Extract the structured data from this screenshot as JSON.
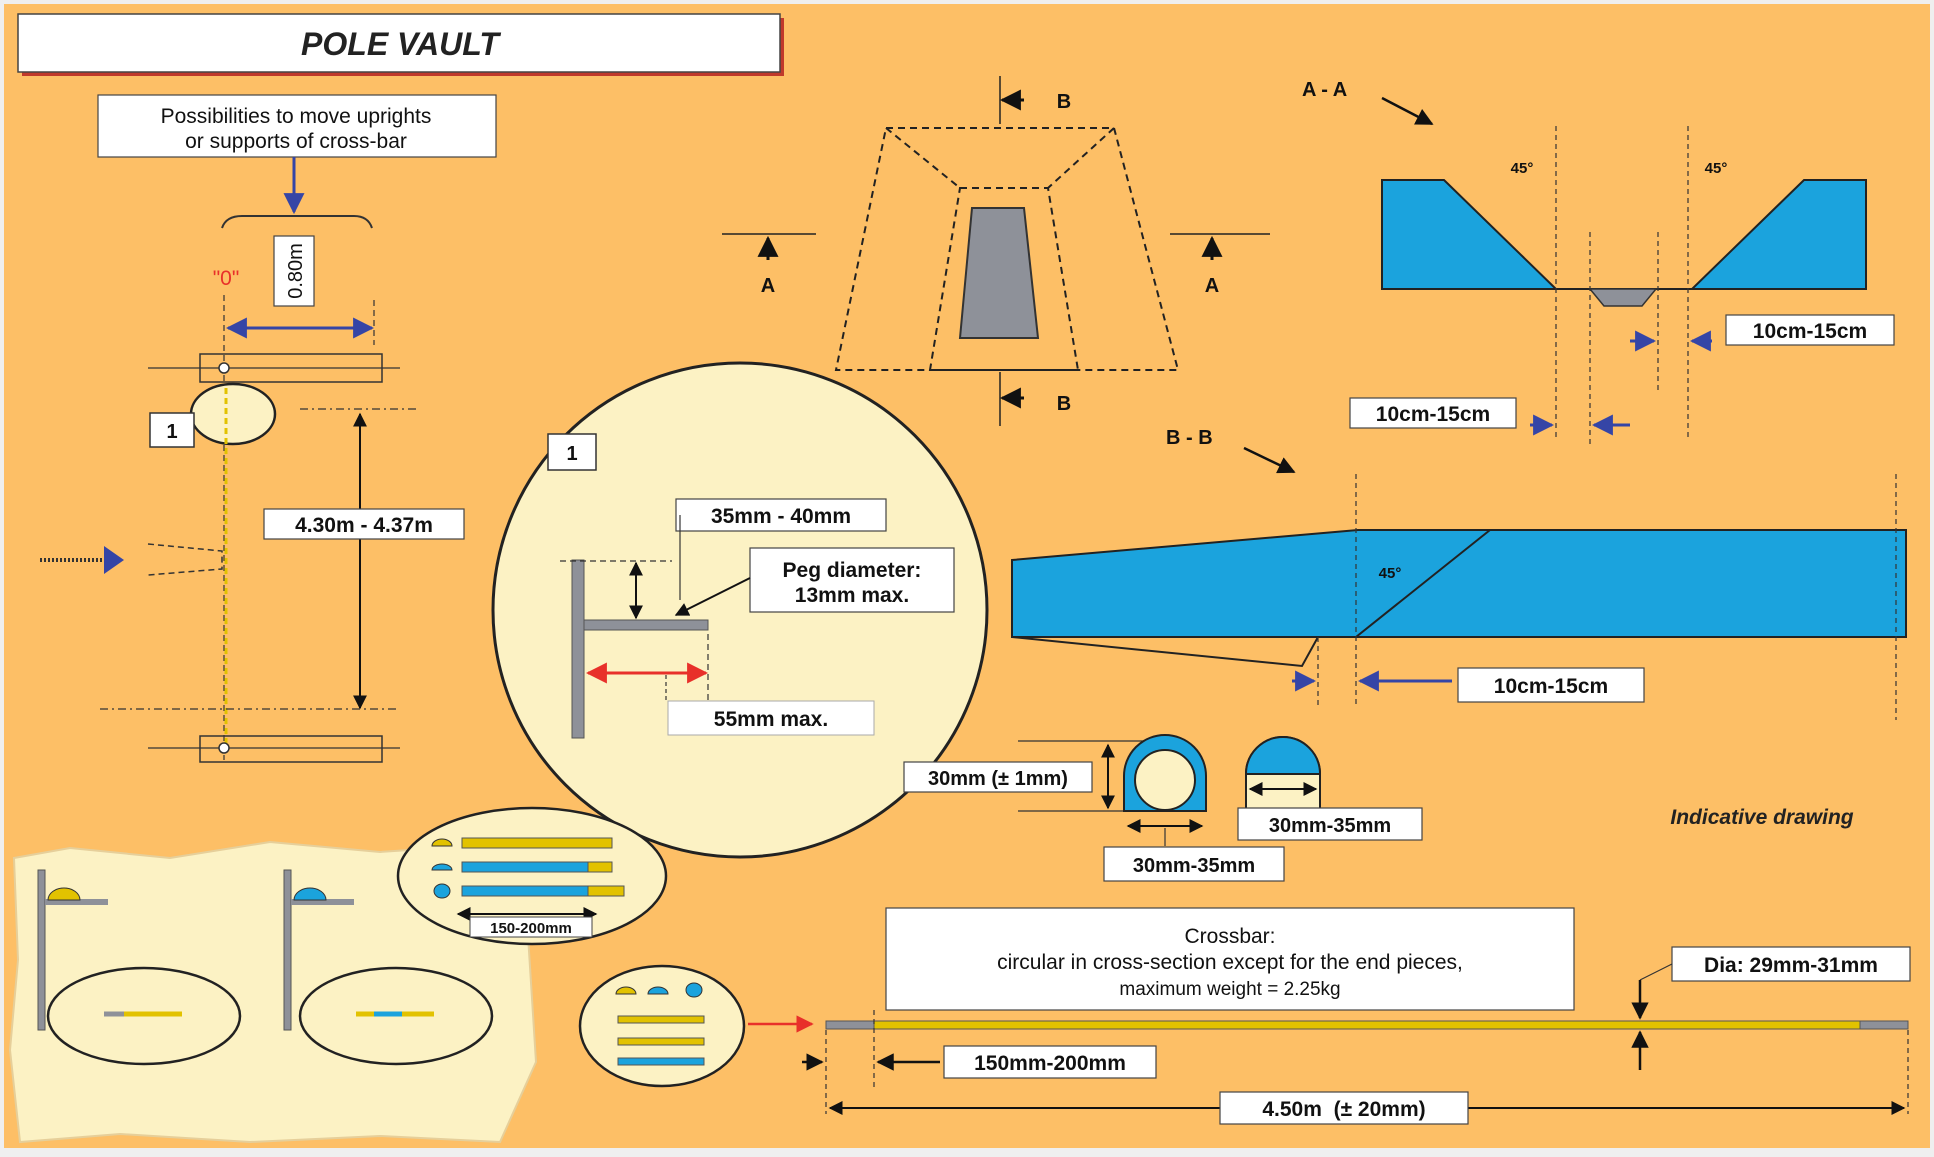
{
  "title": "POLE VAULT",
  "uprights_note": [
    "Possibilities to move uprights",
    "or supports of cross-bar"
  ],
  "zero_mark": "\"0\"",
  "dim_080": "0.80m",
  "dim_height": "4.30m - 4.37m",
  "callout_number": "1",
  "detail": {
    "dim_peg_offset": "35mm - 40mm",
    "peg_diameter": [
      "Peg diameter:",
      "13mm max."
    ],
    "dim_peg_length": "55mm max."
  },
  "box_plan": {
    "section_b": "B",
    "section_a": "A"
  },
  "section_aa": {
    "title": "A - A",
    "angle_left": "45°",
    "angle_right": "45°",
    "dim_right": "10cm-15cm",
    "dim_left": "10cm-15cm"
  },
  "section_bb": {
    "title": "B - B",
    "angle": "45°",
    "dim": "10cm-15cm"
  },
  "crossbar_section": {
    "dim_height": "30mm (± 1mm)",
    "dim_width_1": "30mm-35mm",
    "dim_width_2": "30mm-35mm"
  },
  "indicative": "Indicative drawing",
  "end_pieces_dim": "150-200mm",
  "crossbar": {
    "description": [
      "Crossbar:",
      "circular in cross-section except for the end pieces,",
      "maximum weight = 2.25kg"
    ],
    "diameter": "Dia: 29mm-31mm",
    "end_piece_length": "150mm-200mm",
    "total_length": "4.50m  (± 20mm)"
  },
  "colors": {
    "background": "#fdbf66",
    "blue_fill": "#1ba3dd",
    "gray_fill": "#8e9199",
    "label_fill": "#ffffff",
    "callout_fill": "#fcf2c4",
    "arrow_blue": "#3545a6",
    "arrow_red": "#e8302a"
  }
}
